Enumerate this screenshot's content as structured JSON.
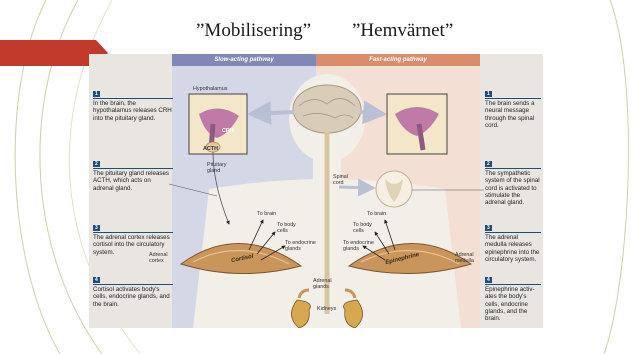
{
  "slide": {
    "title_left": "”Mobilisering”",
    "title_right": "”Hemvärnet”"
  },
  "figure": {
    "slow_header": "Slow-acting pathway",
    "fast_header": "Fast-acting pathway",
    "left_steps": [
      {
        "num": "1",
        "text": "In the brain, the hypothalamus releases CRH into the pituitary gland."
      },
      {
        "num": "2",
        "text": "The pituitary gland releases ACTH, which acts on adrenal gland."
      },
      {
        "num": "3",
        "text": "The adrenal cortex releases cortisol into the circulatory system."
      },
      {
        "num": "4",
        "text": "Cortisol activates body's cells, endocrine glands, and the brain."
      }
    ],
    "right_steps": [
      {
        "num": "1",
        "text": "The brain sends a neural message through the spinal cord."
      },
      {
        "num": "2",
        "text": "The sympathetic system of the spinal cord is activated to stimulate the adrenal gland."
      },
      {
        "num": "3",
        "text": "The adrenal medulla releases epinephrine into the circulatory system."
      },
      {
        "num": "4",
        "text": "Epinephrine activ-ates the body's cells, endocrine glands, and the brain."
      }
    ],
    "labels": {
      "hypothalamus": "Hypothalamus",
      "crh": "CRH",
      "acth": "ACTH",
      "pituitary": "Pituitary gland",
      "spinal_cord": "Spinal cord",
      "to_brain_left": "To brain",
      "to_body_left": "To body cells",
      "to_endocrine_left": "To endocrine glands",
      "to_brain_right": "To brain",
      "to_body_right": "To body cells",
      "to_endocrine_right": "To endocrine glands",
      "adrenal_cortex": "Adrenal cortex",
      "adrenal_medulla": "Adrenal medulla",
      "adrenal_glands": "Adrenal glands",
      "kidneys": "Kidneys",
      "cortisol": "Cortisol",
      "epinephrine": "Epinephrine"
    }
  },
  "colors": {
    "accent_red": "#c0392b",
    "step_blue": "#1f4e7a",
    "slow_column": "#d4d7e6",
    "fast_column": "#f3dfd4",
    "gland_tan": "#c9955a"
  }
}
